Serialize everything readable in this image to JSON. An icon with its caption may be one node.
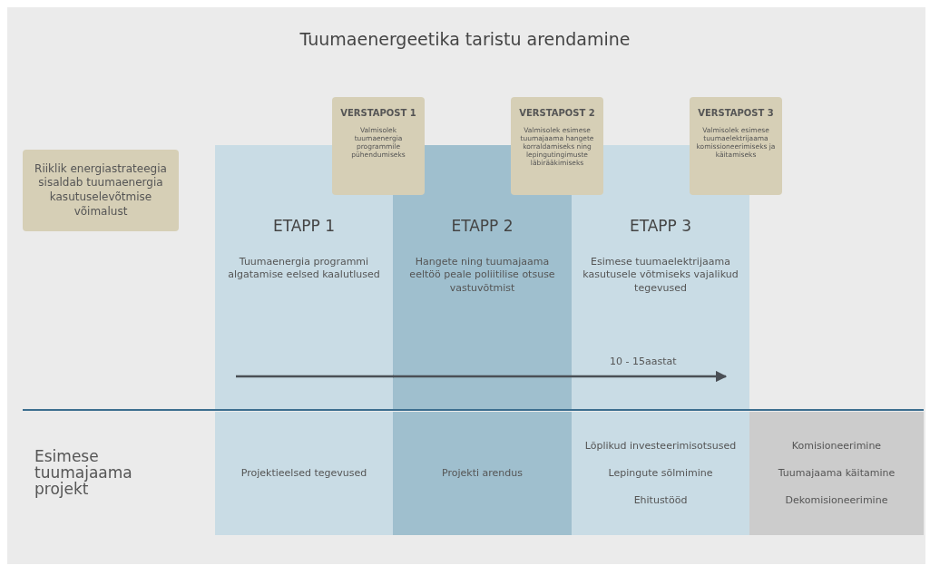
{
  "diagram": {
    "title": "Tuumaenergeetika taristu arendamine",
    "nodes": [
      {
        "text": [
          "Riiklik energiastrateegia sisaldab tuumaenergia kasutuselevõtmise võimalust"
        ]
      },
      {
        "text": [
          "VERSTAPOST 1",
          "Valmisolek tuumaenergia programmile pühendumiseks"
        ]
      },
      {
        "text": [
          "VERSTAPOST 2",
          "Valmisolek esimese tuumajaama hangete korraldamiseks ning lepingutingimuste läbirääkimiseks"
        ]
      },
      {
        "text": [
          "VERSTAPOST 3",
          "Valmisolek esimese tuumaelektrijaama komissioneerimiseks ja käitamiseks"
        ]
      },
      {
        "text": [
          "ETAPP 1",
          "Tuumaenergia programmi algatamise eelsed kaalutlused"
        ]
      },
      {
        "text": [
          "ETAPP 2",
          "Hangete ning tuumajaama eeltöö peale poliitilise otsuse vastuvõtmist"
        ]
      },
      {
        "text": [
          "ETAPP 3",
          "Esimese tuumaelektrijaama kasutusele võtmiseks vajalikud tegevused"
        ]
      },
      {
        "text": [
          "Projektieelsed tegevused"
        ]
      },
      {
        "text": [
          "Projekti arendus"
        ]
      },
      {
        "text": [
          "Lõplikud investeerimisotsused",
          "Lepingute sõlmimine",
          "Ehitustööd"
        ]
      },
      {
        "text": [
          "Komisioneerimine",
          "Tuumajaama käitamine",
          "Dekomisioneerimine"
        ]
      }
    ],
    "edges": [
      {
        "from": 4,
        "to": 5,
        "arrow": "none"
      },
      {
        "from": 5,
        "to": 6,
        "arrow": "to",
        "label": "10 - 15aastat"
      }
    ],
    "labels": [
      "Esimese tuumajaama projekt"
    ]
  }
}
